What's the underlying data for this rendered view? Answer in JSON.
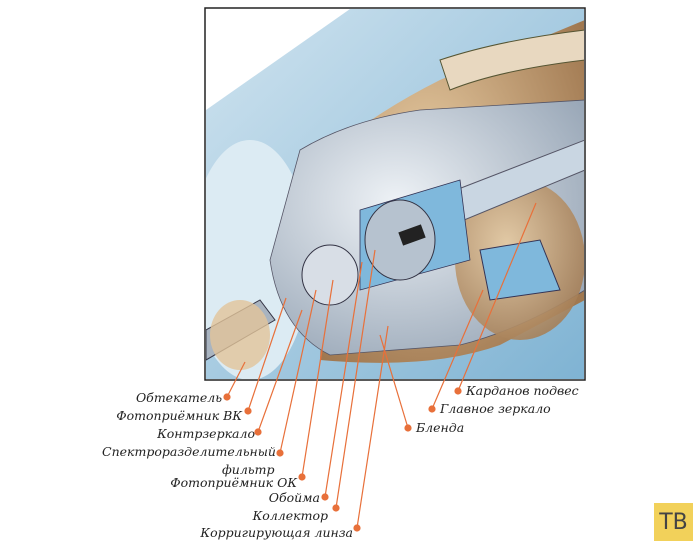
{
  "figure": {
    "labels_left": [
      {
        "id": "obtekatel",
        "text": "Обтекатель"
      },
      {
        "id": "fotopriemnik-vk",
        "text": "Фотоприёмник ВК"
      },
      {
        "id": "kontrzerkalo",
        "text": "Контрзеркало"
      },
      {
        "id": "spektro",
        "text": "Спектроразделительный",
        "text2": "фильтр"
      },
      {
        "id": "fotopriemnik-ok",
        "text": "Фотоприёмник ОК"
      },
      {
        "id": "oboima",
        "text": "Обойма"
      },
      {
        "id": "kollektor",
        "text": "Коллектор"
      },
      {
        "id": "linza",
        "text": "Корригирующая линза"
      }
    ],
    "labels_right": [
      {
        "id": "blenda",
        "text": "Бленда"
      },
      {
        "id": "glavnoe-zerkalo",
        "text": "Главное зеркало"
      },
      {
        "id": "kardanov-podves",
        "text": "Карданов подвес"
      }
    ],
    "leader_color": "#e8703a"
  },
  "badge": {
    "text": "ТВ",
    "color": "#f2d15a"
  }
}
